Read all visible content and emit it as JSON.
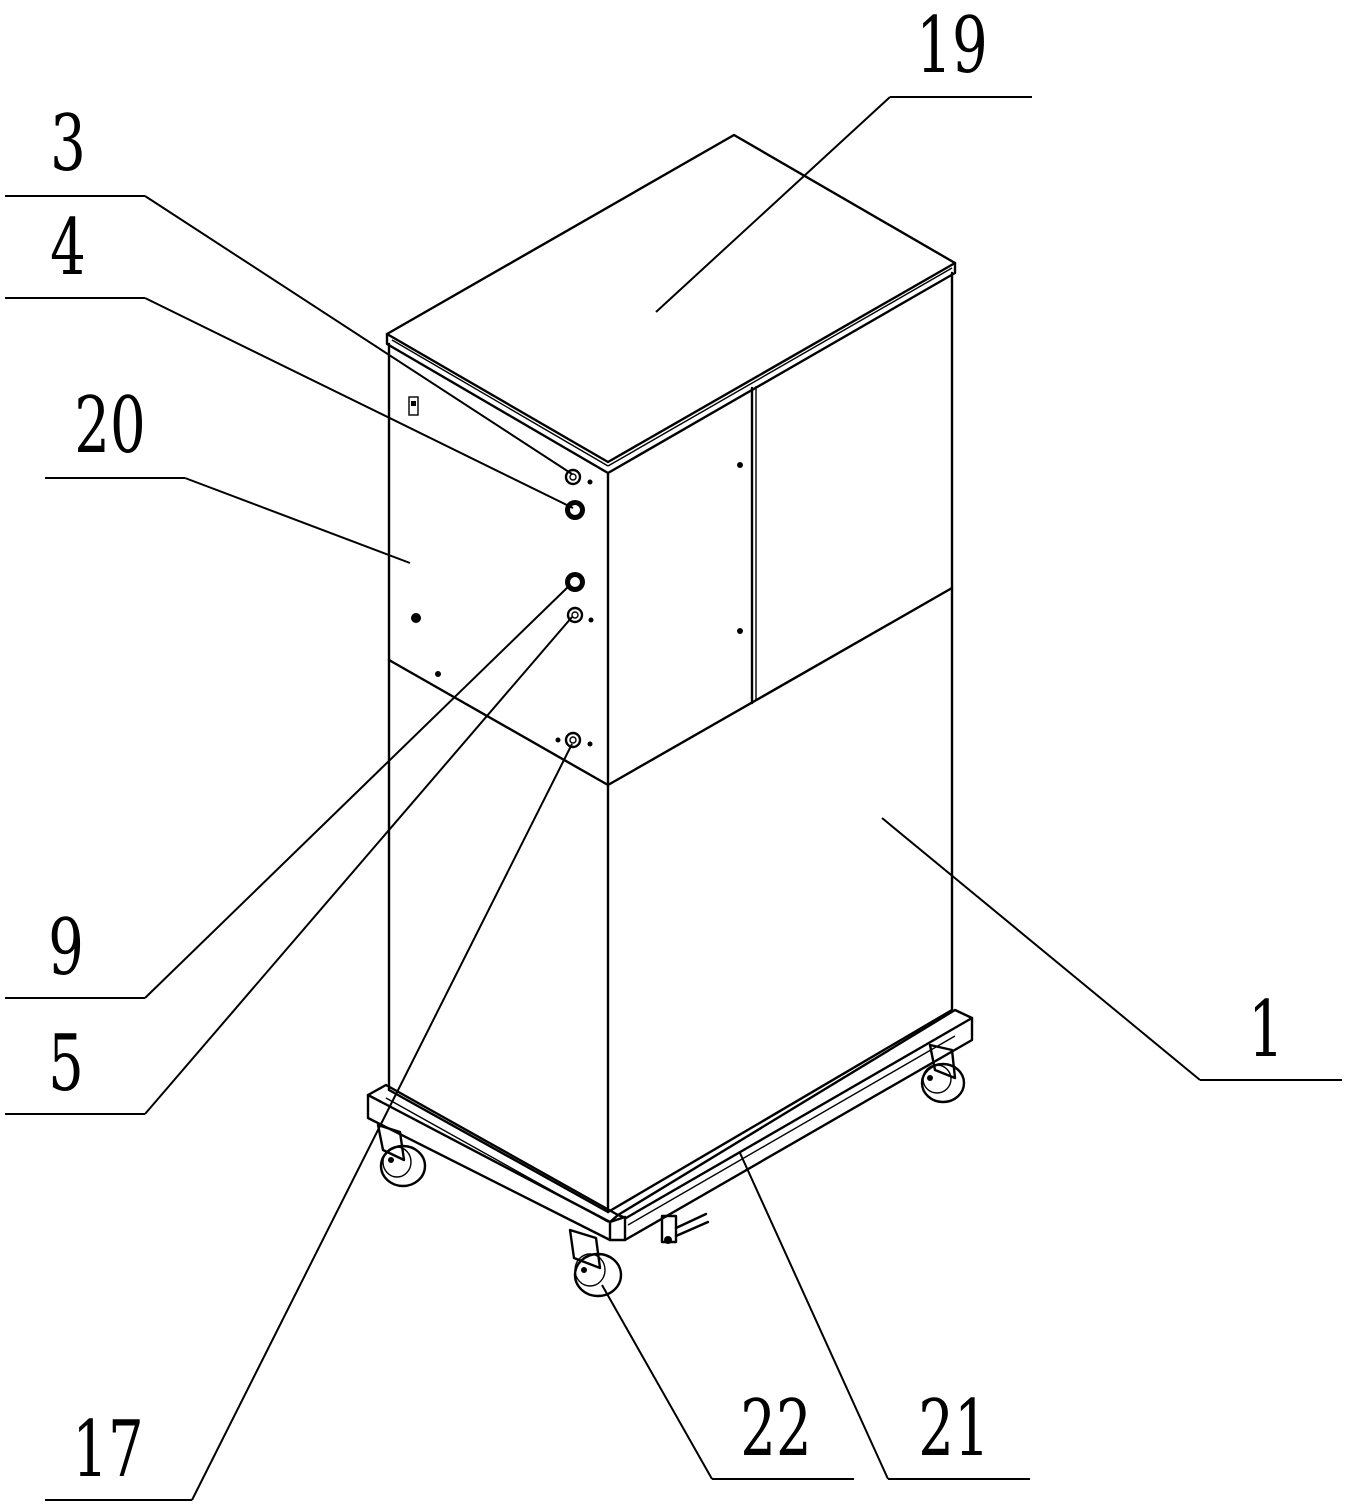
{
  "figure": {
    "labels": {
      "l3": "3",
      "l4": "4",
      "l19": "19",
      "l20": "20",
      "l9": "9",
      "l5": "5",
      "l1": "1",
      "l17": "17",
      "l22": "22",
      "l21": "21"
    }
  }
}
